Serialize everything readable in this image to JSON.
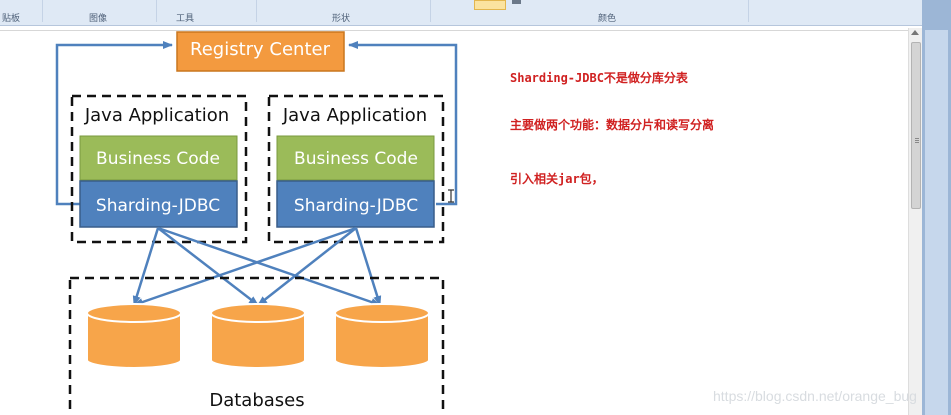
{
  "ribbon": {
    "groups": [
      "贴板",
      "图像",
      "工具",
      "形状",
      "颜色"
    ]
  },
  "diagram": {
    "registry": "Registry Center",
    "apps": [
      {
        "title": "Java Application",
        "business": "Business Code",
        "jdbc": "Sharding-JDBC"
      },
      {
        "title": "Java Application",
        "business": "Business Code",
        "jdbc": "Sharding-JDBC"
      }
    ],
    "databases_label": "Databases"
  },
  "notes": [
    "Sharding-JDBC不是做分库分表",
    "主要做两个功能：数据分片和读写分离",
    "引入相关jar包，"
  ],
  "watermark": "https://blog.csdn.net/orange_bug",
  "colors": {
    "registry_fill": "#f39a3f",
    "business_fill": "#9bbb59",
    "jdbc_fill": "#4f81bd",
    "db_fill": "#f7a54a",
    "arrow": "#4f81bd",
    "note_text": "#d02121"
  }
}
